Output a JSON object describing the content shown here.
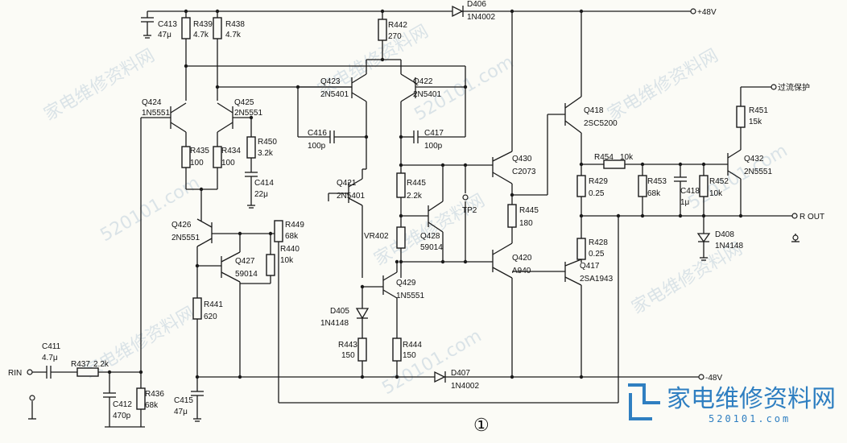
{
  "rails": {
    "pos": "+48V",
    "neg": "-48V"
  },
  "io": {
    "input": "RIN",
    "output": "R OUT",
    "protect": "过流保护"
  },
  "figure_marker": "①",
  "watermark": {
    "site": "家电维修资料网",
    "url": "520101.com"
  },
  "logo": {
    "title": "家电维修资料网",
    "url": "520101.com"
  },
  "parts": {
    "C413": "C413",
    "C413v": "47μ",
    "R439": "R439",
    "R439v": "4.7k",
    "R438": "R438",
    "R438v": "4.7k",
    "D406": "D406",
    "D406v": "1N4002",
    "R442": "R442",
    "R442v": "270",
    "Q424": "Q424",
    "Q424t": "1N5551",
    "Q425": "Q425",
    "Q425t": "2N5551",
    "Q423": "Q423",
    "Q423t": "2N5401",
    "Q422": "Q422",
    "Q422t": "2N5401",
    "Q418": "Q418",
    "Q418t": "2SC5200",
    "R435": "R435",
    "R435v": "100",
    "R434": "R434",
    "R434v": "100",
    "R450": "R450",
    "R450v": "3.2k",
    "C414": "C414",
    "C414v": "22μ",
    "C416": "C416",
    "C416v": "100p",
    "C417": "C417",
    "C417v": "100p",
    "Q430": "Q430",
    "Q430t": "C2073",
    "R454": "R454",
    "R454v": "10k",
    "R451": "R451",
    "R451v": "15k",
    "Q432": "Q432",
    "Q432t": "2N5551",
    "Q421": "Q421",
    "Q421t": "2N5401",
    "R445a": "R445",
    "R445av": "2.2k",
    "TP2": "TP2",
    "R445b": "R445",
    "R445bv": "180",
    "R429": "R429",
    "R429v": "0.25",
    "R453": "R453",
    "R453v": "68k",
    "C418": "C418",
    "C418v": "1μ",
    "R452": "R452",
    "R452v": "10k",
    "Q426": "Q426",
    "Q426t": "2N5551",
    "R449": "R449",
    "R449v": "68k",
    "R440": "R440",
    "R440v": "10k",
    "Q427": "Q427",
    "Q427t": "59014",
    "VR402": "VR402",
    "Q428": "Q428",
    "Q428t": "59014",
    "Q420": "Q420",
    "Q420t": "A940",
    "R428": "R428",
    "R428v": "0.25",
    "Q417": "Q417",
    "Q417t": "2SA1943",
    "D408": "D408",
    "D408v": "1N4148",
    "Q429": "Q429",
    "Q429t": "1N5551",
    "D405": "D405",
    "D405v": "1N4148",
    "R441": "R441",
    "R441v": "620",
    "C411": "C411",
    "C411v": "4.7μ",
    "R437": "R437",
    "R437v": "2.2k",
    "R443": "R443",
    "R443v": "150",
    "R444": "R444",
    "R444v": "150",
    "D407": "D407",
    "D407v": "1N4002",
    "C412": "C412",
    "C412v": "470p",
    "R436": "R436",
    "R436v": "68k",
    "C415": "C415",
    "C415v": "47μ"
  }
}
